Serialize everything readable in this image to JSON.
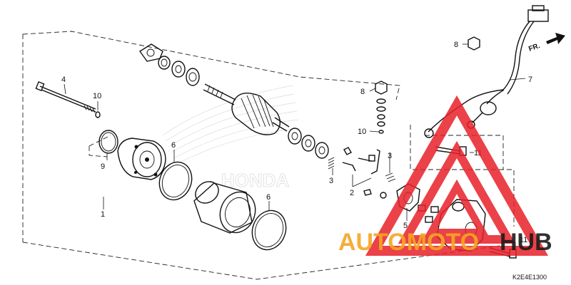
{
  "diagram": {
    "callouts": [
      {
        "id": "c1",
        "text": "1"
      },
      {
        "id": "c2",
        "text": "2"
      },
      {
        "id": "c3a",
        "text": "3"
      },
      {
        "id": "c3b",
        "text": "3"
      },
      {
        "id": "c4",
        "text": "4"
      },
      {
        "id": "c5",
        "text": "5"
      },
      {
        "id": "c6a",
        "text": "6"
      },
      {
        "id": "c6b",
        "text": "6"
      },
      {
        "id": "c7",
        "text": "7"
      },
      {
        "id": "c8a",
        "text": "8"
      },
      {
        "id": "c8b",
        "text": "8"
      },
      {
        "id": "c9",
        "text": "9"
      },
      {
        "id": "c10a",
        "text": "10"
      },
      {
        "id": "c10b",
        "text": "10"
      },
      {
        "id": "c11a",
        "text": "11"
      },
      {
        "id": "c11b",
        "text": "11"
      }
    ],
    "direction_label": "FR.",
    "diagram_code": "K2E4E1300",
    "background_logo_text": "HONDA"
  },
  "watermark": {
    "text_part1": "AUTOMOTO",
    "text_part2": "HUB",
    "colors": {
      "red": "#e8202a",
      "orange": "#f5a623",
      "dark": "#1b1b1b"
    }
  }
}
